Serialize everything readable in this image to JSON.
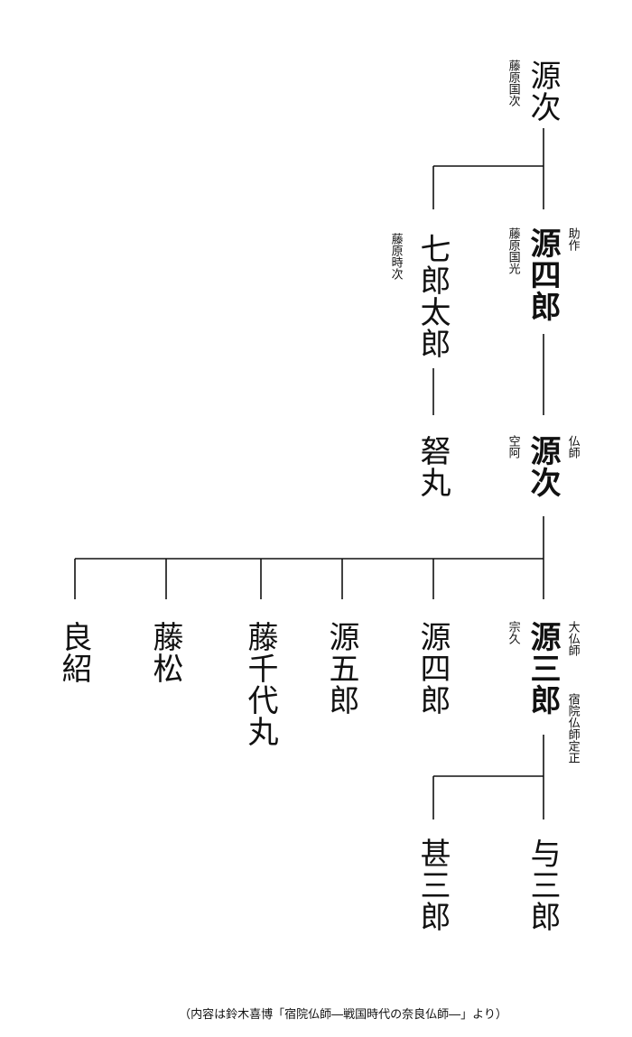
{
  "people": {
    "genji1": {
      "name": "源次",
      "alias": "藤原国次"
    },
    "genshiro1": {
      "name": "源四郎",
      "alias": "藤原国光",
      "title": "助作"
    },
    "shichitaro": {
      "name": "七郎太郎",
      "alias": "藤原時次"
    },
    "genji2": {
      "name": "源次",
      "alias": "空阿",
      "title": "仏師"
    },
    "kimaru": {
      "name": "砮丸"
    },
    "gensaburo": {
      "name": "源三郎",
      "alias": "宗久",
      "title": "大仏師",
      "title2": "宿院仏師定正"
    },
    "yoshitsugu": {
      "name": "良紹"
    },
    "fujimatsu": {
      "name": "藤松"
    },
    "fujichiyomaru": {
      "name": "藤千代丸"
    },
    "gengoro": {
      "name": "源五郎"
    },
    "genshiro2": {
      "name": "源四郎"
    },
    "yosaburo": {
      "name": "与三郎"
    },
    "jinzaburo": {
      "name": "甚三郎"
    }
  },
  "note": "（内容は鈴木喜博「宿院仏師―戦国時代の奈良仏師―」より）",
  "line_color": "#111111"
}
